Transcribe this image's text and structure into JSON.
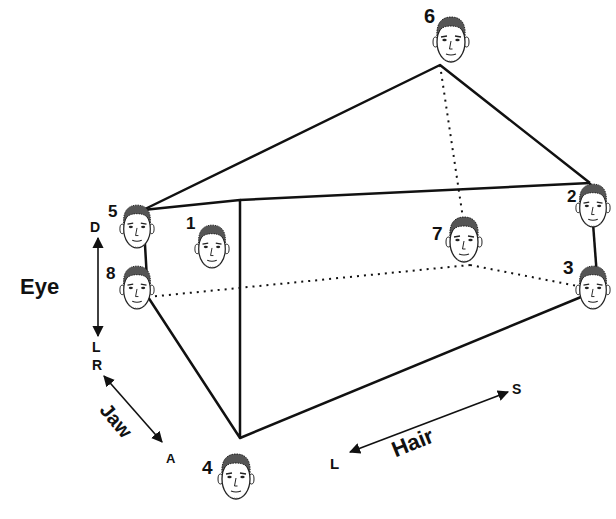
{
  "diagram": {
    "labels": [
      "6",
      "5",
      "D",
      "Eye",
      "1",
      "7",
      "2",
      "3",
      "8",
      "L",
      "R",
      "Jaw",
      "A",
      "4",
      "L",
      "Hair",
      "S"
    ]
  }
}
